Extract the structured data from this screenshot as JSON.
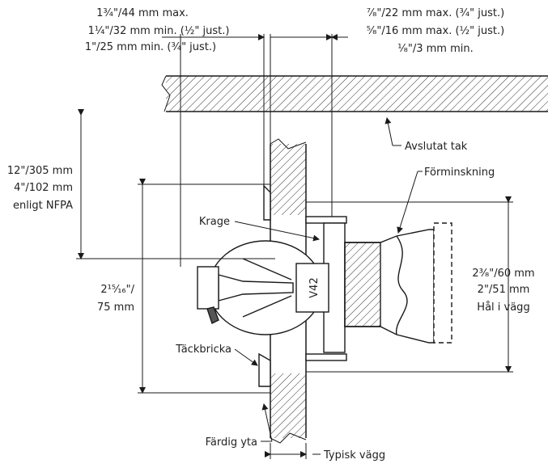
{
  "dimensions": {
    "top_left": [
      "1¾\"/44 mm max.",
      "1¼\"/32 mm min. (½\" just.)",
      "1\"/25 mm min. (¾\" just.)"
    ],
    "top_right": [
      "⁷⁄₈\"/22 mm max. (¾\" just.)",
      "⁵⁄₈\"/16 mm max. (½\" just.)",
      "¹⁄₈\"/3 mm min."
    ],
    "left_upper": [
      "12\"/305 mm",
      "4\"/102 mm",
      "enligt NFPA"
    ],
    "left_lower": [
      "2¹⁵⁄₁₆\"/",
      "75 mm"
    ],
    "right": [
      "2³⁄₈\"/60 mm",
      "2\"/51 mm",
      "Hål i vägg"
    ]
  },
  "labels": {
    "finished_ceiling": "Avslutat tak",
    "reducer": "Förminskning",
    "collar": "Krage",
    "escutcheon": "Täckbricka",
    "finished_surface": "Färdig yta",
    "typical_wall": "Typisk vägg",
    "sprinkler_marking": "V42"
  },
  "colors": {
    "line": "#1a1a1a",
    "hatch": "#333333",
    "background": "#ffffff"
  }
}
